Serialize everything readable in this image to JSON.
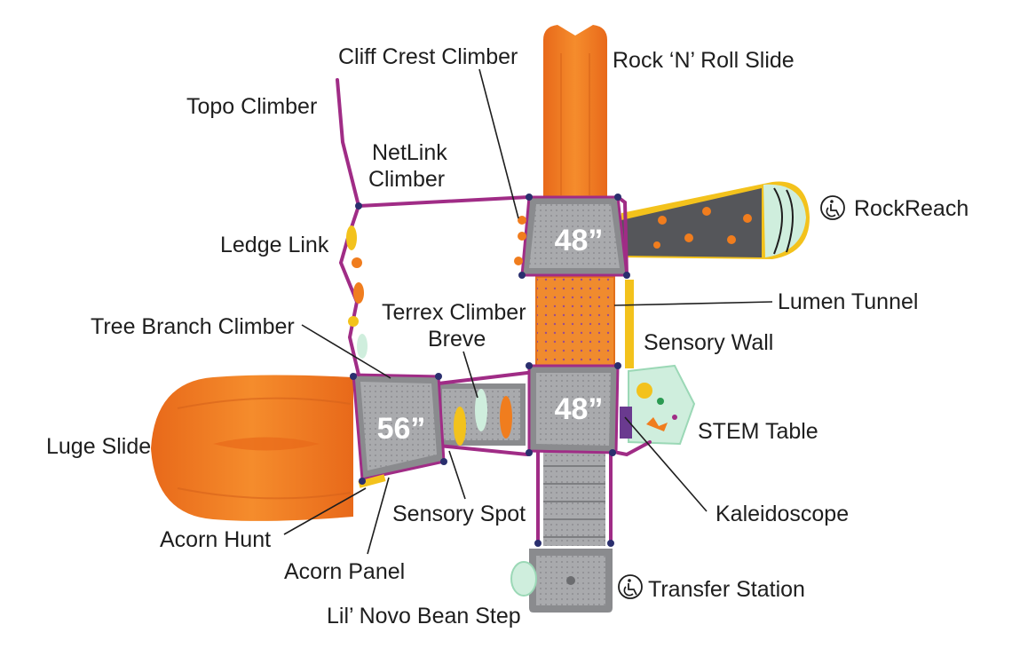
{
  "labels": {
    "cliff_crest_climber": "Cliff Crest Climber",
    "rock_n_roll_slide": "Rock ‘N’ Roll Slide",
    "topo_climber": "Topo Climber",
    "netlink_climber_1": "NetLink",
    "netlink_climber_2": "Climber",
    "rockreach": "RockReach",
    "ledge_link": "Ledge Link",
    "lumen_tunnel": "Lumen Tunnel",
    "terrex_climber_1": "Terrex Climber",
    "terrex_climber_2": "Breve",
    "tree_branch_climber": "Tree Branch Climber",
    "sensory_wall": "Sensory Wall",
    "luge_slide": "Luge Slide",
    "stem_table": "STEM Table",
    "sensory_spot": "Sensory Spot",
    "kaleidoscope": "Kaleidoscope",
    "acorn_hunt": "Acorn Hunt",
    "acorn_panel": "Acorn Panel",
    "transfer_station": "Transfer Station",
    "lil_novo_bean_step": "Lil’ Novo Bean Step"
  },
  "decks": {
    "top": "48”",
    "middle": "48”",
    "left": "56”"
  },
  "icons": {
    "rockreach": "wheelchair-accessible-icon",
    "transfer_station": "wheelchair-accessible-icon"
  },
  "colors": {
    "orange": "#f07d1e",
    "purple": "#a02c86",
    "deck_gray": "#8a8b8e",
    "mint": "#cfeedd",
    "yellow": "#f3c21c",
    "bolt_navy": "#2a2f6e"
  }
}
